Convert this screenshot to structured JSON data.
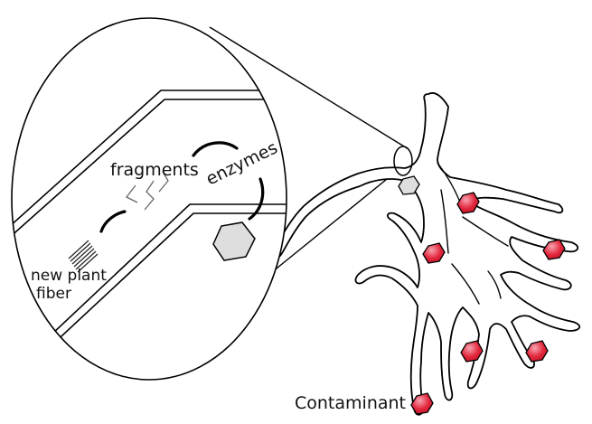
{
  "labels": {
    "fragments": "fragments",
    "enzymes": "enzymes",
    "new_plant_line1": "new plant",
    "new_plant_line2": "fiber",
    "contaminant": "Contaminant"
  },
  "colors": {
    "stroke": "#000000",
    "enzyme_hexagon": "#dedede",
    "contaminant_fill": "#e2263c",
    "contaminant_light": "#f6a2ae",
    "background": "#ffffff"
  }
}
